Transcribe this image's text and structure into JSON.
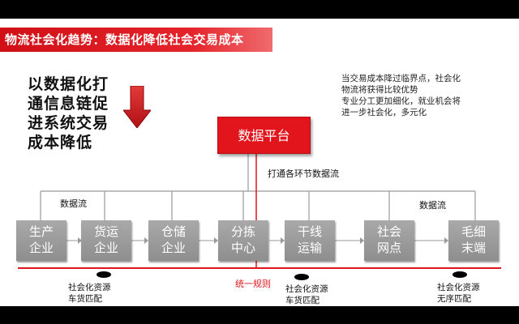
{
  "title": "物流社会化趋势：数据化降低社会交易成本",
  "lead_text": [
    "以数据化打",
    "通信息链促",
    "进系统交易",
    "成本降低"
  ],
  "note_lines": [
    "当交易成本降过临界点，社会化",
    "物流将获得比较优势",
    "专业分工更加细化，就业机会将",
    "进一步社会化，多元化"
  ],
  "platform_label": "数据平台",
  "connect_label": "打通各环节数据流",
  "flow_label_left": "数据流",
  "flow_label_right": "数据流",
  "nodes": [
    {
      "line1": "生产",
      "line2": "企业"
    },
    {
      "line1": "货运",
      "line2": "企业"
    },
    {
      "line1": "仓储",
      "line2": "企业"
    },
    {
      "line1": "分拣",
      "line2": "中心"
    },
    {
      "line1": "干线",
      "line2": "运输"
    },
    {
      "line1": "社会",
      "line2": "网点"
    },
    {
      "line1": "毛细",
      "line2": "末端"
    }
  ],
  "rule_label": "统一规则",
  "captions": [
    {
      "line1": "社会化资源",
      "line2": "车货匹配"
    },
    {
      "line1": "社会化资源",
      "line2": "车货匹配"
    },
    {
      "line1": "社会化资源",
      "line2": "无序匹配"
    }
  ],
  "colors": {
    "accent": "#e2151d",
    "node_gray": "#9b9b9b",
    "line_gray": "#9a9a9a"
  }
}
